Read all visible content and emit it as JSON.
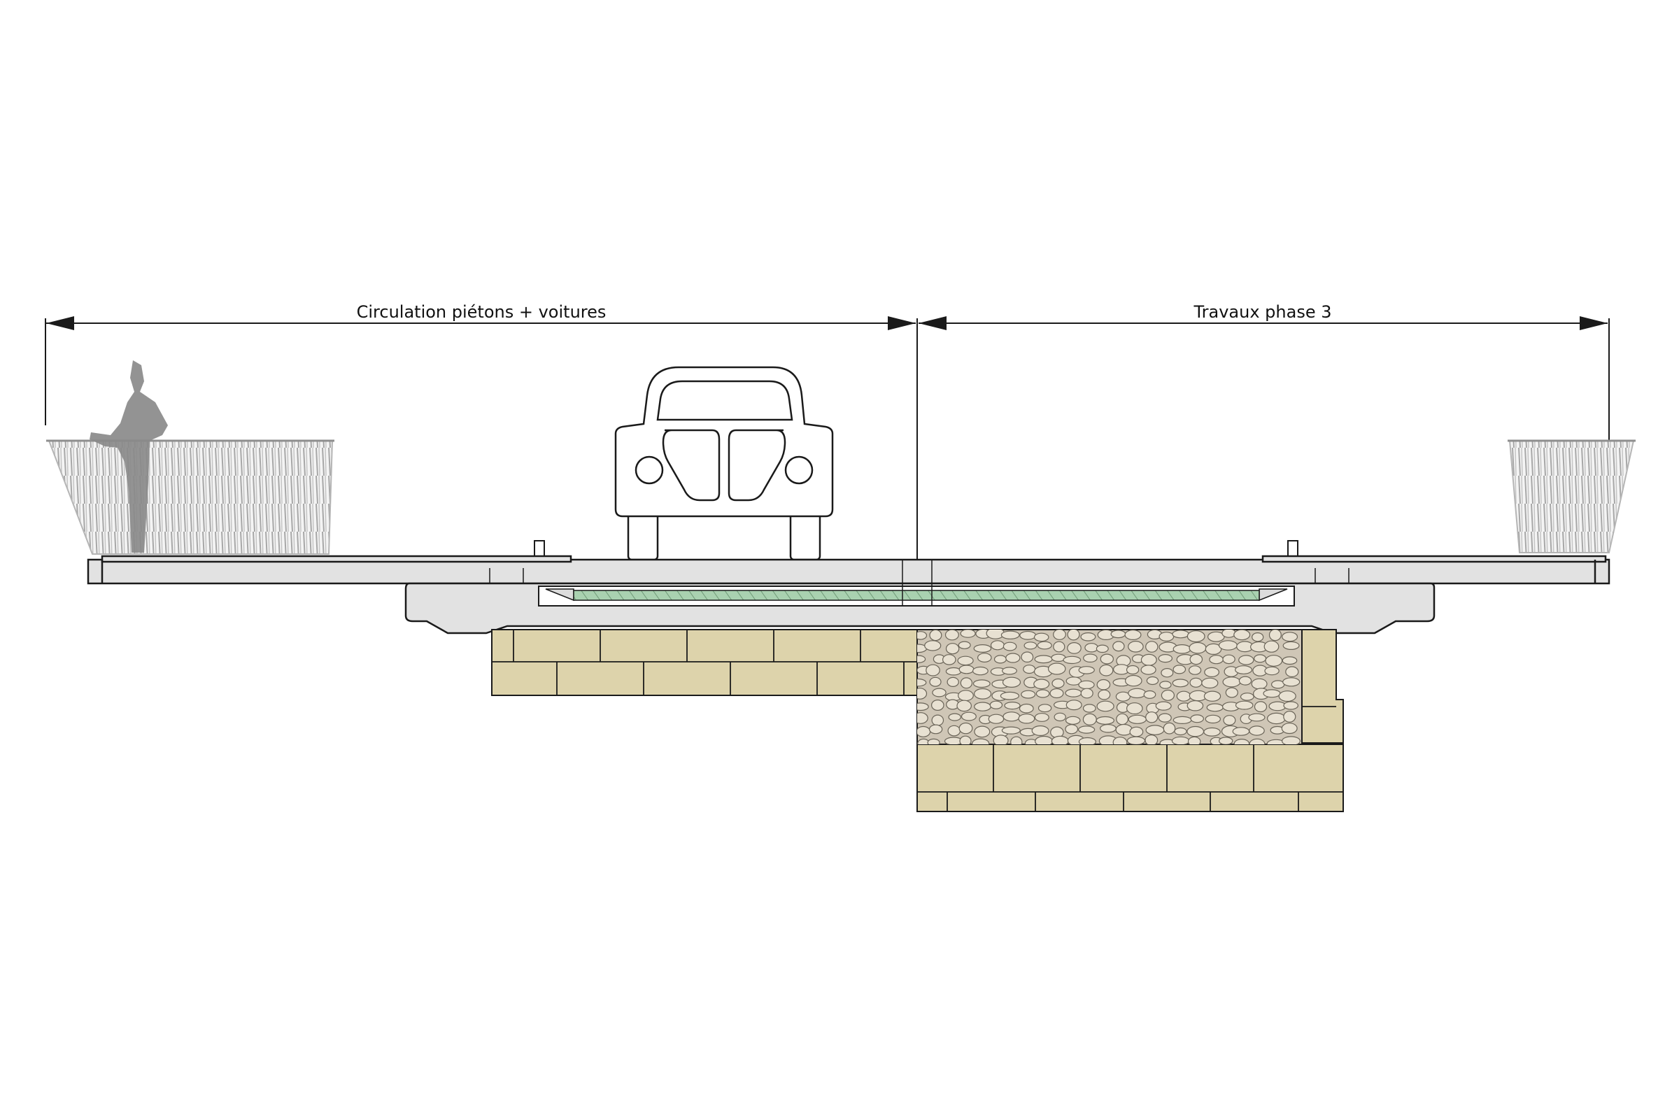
{
  "dimensions": {
    "left_label": "Circulation piétons + voitures",
    "right_label": "Travaux phase 3"
  },
  "colors": {
    "line": "#1a1a1a",
    "concrete": "#e2e2e2",
    "deck": "#d9d9d9",
    "stone_block": "#ddd3ab",
    "rubble": "#cfc6b6",
    "waterproofing": "#a9d1b0",
    "railing": "#a7a7a7",
    "pedestrian": "#8a8a8a"
  },
  "icons": {
    "pedestrian": "pedestrian-silhouette",
    "car": "car-front-outline"
  }
}
